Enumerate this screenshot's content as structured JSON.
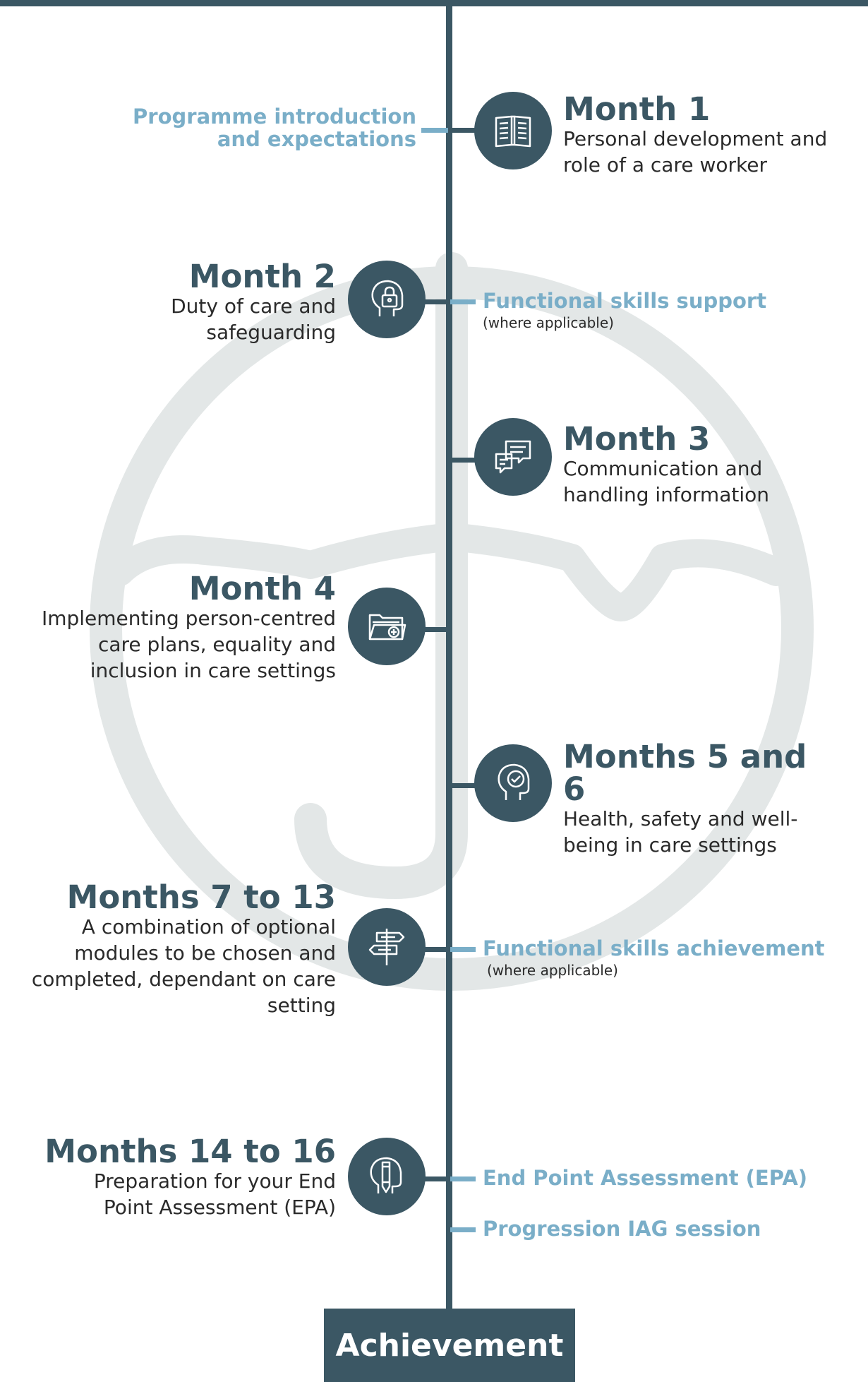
{
  "milestones": [
    {
      "title": "Month 1",
      "desc": "Personal development and role of a care worker",
      "icon": "open-book-icon"
    },
    {
      "title": "Month 2",
      "desc": "Duty of care and safeguarding",
      "icon": "head-padlock-icon"
    },
    {
      "title": "Month 3",
      "desc": "Communication and handling information",
      "icon": "speech-bubbles-icon"
    },
    {
      "title": "Month 4",
      "desc": "Implementing person-centred care plans, equality and inclusion in care settings",
      "icon": "medical-folder-icon"
    },
    {
      "title": "Months 5 and 6",
      "desc": "Health, safety and well-being in care settings",
      "icon": "head-checkmark-icon"
    },
    {
      "title": "Months 7 to 13",
      "desc": "A combination of optional modules to be chosen and completed, dependant on care setting",
      "icon": "signpost-icon"
    },
    {
      "title": "Months 14 to 16",
      "desc": "Preparation for your End Point Assessment (EPA)",
      "icon": "head-pencil-icon"
    }
  ],
  "side_labels": {
    "intro": "Programme introduction and expectations",
    "functional_support": "Functional skills support",
    "functional_support_note": "(where applicable)",
    "functional_achievement": "Functional skills achievement",
    "functional_achievement_note": "(where applicable)",
    "epa": "End Point Assessment (EPA)",
    "iag": "Progression IAG session"
  },
  "final": {
    "label": "Achievement"
  },
  "colors": {
    "dark": "#3b5764",
    "light": "#7aaec8",
    "watermark": "#e3e7e7",
    "text": "#2a2a2a"
  }
}
